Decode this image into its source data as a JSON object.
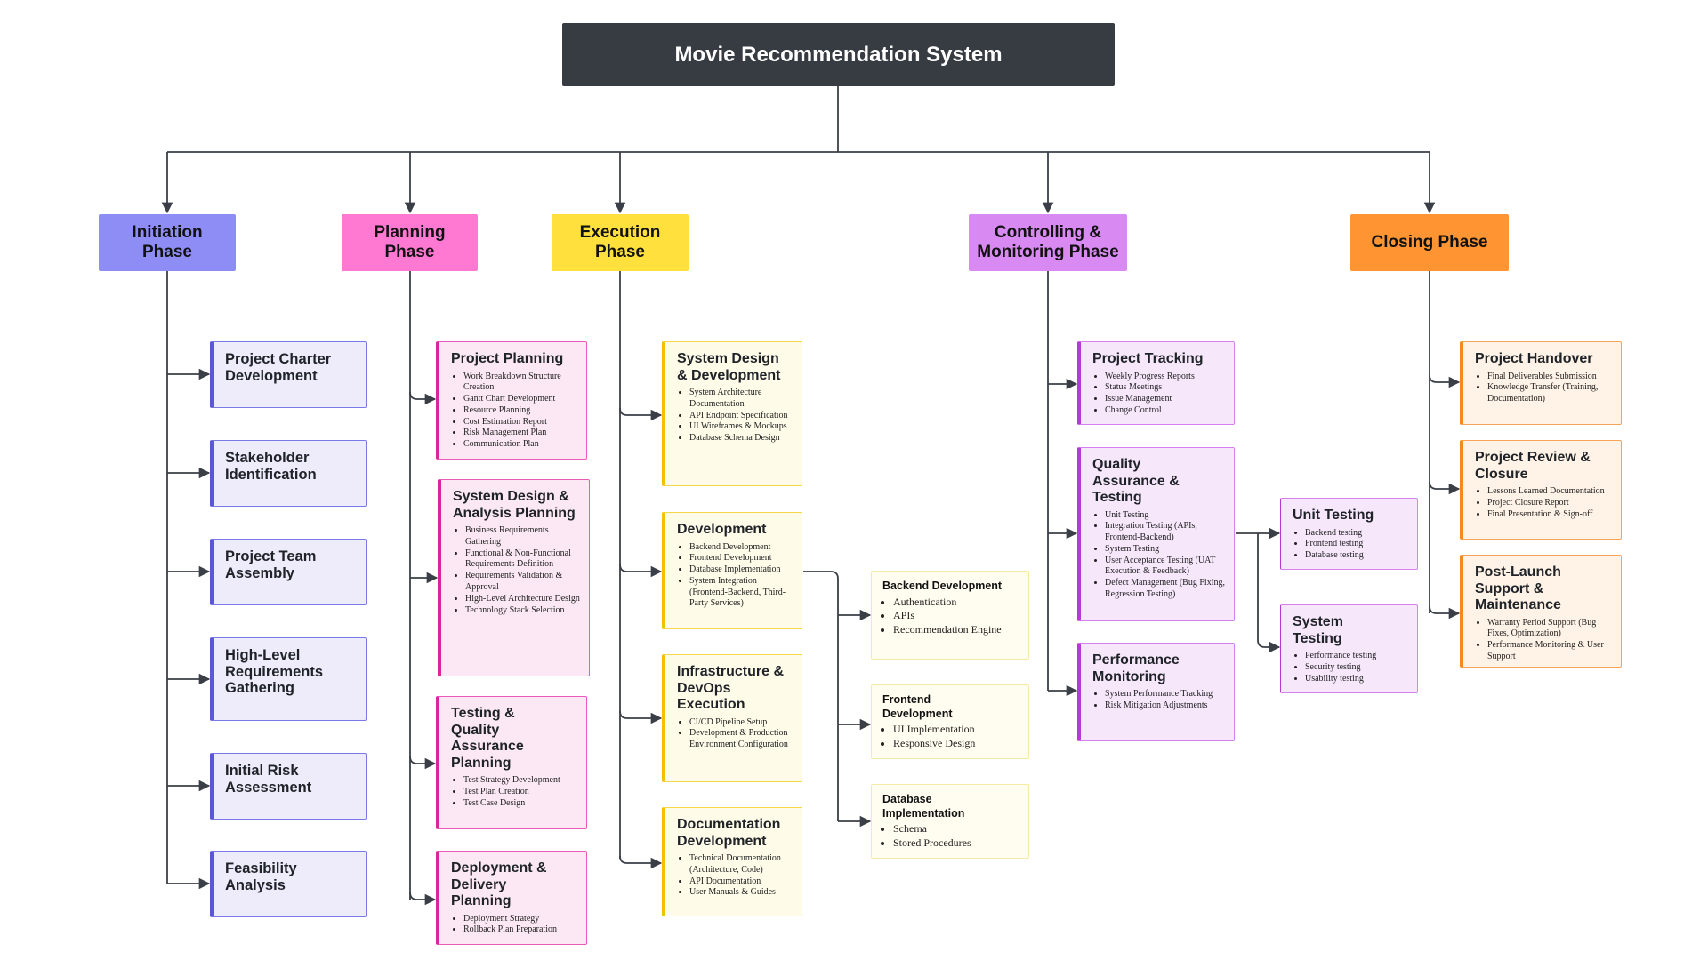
{
  "title": "Movie Recommendation System",
  "colors": {
    "root": "#373b42",
    "initiation": "#8e8df5",
    "planning": "#ff78d2",
    "execution": "#ffe03d",
    "controlling": "#d98af2",
    "closing": "#ff9432",
    "connector": "#3a3f47"
  },
  "phases": {
    "initiation": {
      "label": "Initiation Phase",
      "items": [
        {
          "title": "Project Charter Development"
        },
        {
          "title": "Stakeholder Identification"
        },
        {
          "title": "Project Team Assembly"
        },
        {
          "title": "High-Level Requirements Gathering"
        },
        {
          "title": "Initial Risk Assessment"
        },
        {
          "title": "Feasibility Analysis"
        }
      ]
    },
    "planning": {
      "label": "Planning Phase",
      "items": [
        {
          "title": "Project Planning",
          "bullets": [
            "Work Breakdown Structure Creation",
            "Gantt Chart Development",
            "Resource Planning",
            "Cost Estimation Report",
            "Risk Management Plan",
            "Communication Plan"
          ]
        },
        {
          "title": "System Design & Analysis Planning",
          "bullets": [
            "Business Requirements Gathering",
            "Functional & Non-Functional Requirements Definition",
            "Requirements Validation & Approval",
            "High-Level Architecture Design",
            "Technology Stack Selection"
          ]
        },
        {
          "title": "Testing & Quality Assurance Planning",
          "bullets": [
            "Test Strategy Development",
            "Test Plan Creation",
            "Test Case Design"
          ]
        },
        {
          "title": "Deployment & Delivery Planning",
          "bullets": [
            "Deployment Strategy",
            "Rollback Plan Preparation"
          ]
        }
      ]
    },
    "execution": {
      "label": "Execution Phase",
      "items": [
        {
          "title": "System Design & Development",
          "bullets": [
            "System Architecture Documentation",
            "API Endpoint Specification",
            "UI Wireframes & Mockups",
            "Database Schema Design"
          ]
        },
        {
          "title": "Development",
          "bullets": [
            "Backend Development",
            "Frontend Development",
            "Database Implementation",
            "System Integration (Frontend-Backend, Third-Party Services)"
          ]
        },
        {
          "title": "Infrastructure & DevOps Execution",
          "bullets": [
            "CI/CD Pipeline Setup",
            "Development & Production Environment Configuration"
          ]
        },
        {
          "title": "Documentation Development",
          "bullets": [
            "Technical Documentation (Architecture, Code)",
            "API Documentation",
            "User Manuals & Guides"
          ]
        }
      ],
      "development_subitems": [
        {
          "title": "Backend Development",
          "bullets": [
            "Authentication",
            "APIs",
            "Recommendation Engine"
          ]
        },
        {
          "title": "Frontend Development",
          "bullets": [
            "UI Implementation",
            "Responsive Design"
          ]
        },
        {
          "title": "Database Implementation",
          "bullets": [
            "Schema",
            "Stored Procedures"
          ]
        }
      ]
    },
    "controlling": {
      "label": "Controlling & Monitoring Phase",
      "items": [
        {
          "title": "Project Tracking",
          "bullets": [
            "Weekly Progress Reports",
            "Status Meetings",
            "Issue Management",
            "Change Control"
          ]
        },
        {
          "title": "Quality Assurance & Testing",
          "bullets": [
            "Unit Testing",
            "Integration Testing (APIs, Frontend-Backend)",
            "System Testing",
            "User Acceptance Testing (UAT Execution & Feedback)",
            "Defect Management (Bug Fixing, Regression Testing)"
          ]
        },
        {
          "title": "Performance Monitoring",
          "bullets": [
            "System Performance Tracking",
            "Risk Mitigation Adjustments"
          ]
        }
      ],
      "qa_subitems": [
        {
          "title": "Unit Testing",
          "bullets": [
            "Backend testing",
            "Frontend testing",
            "Database testing"
          ]
        },
        {
          "title": "System Testing",
          "bullets": [
            "Performance testing",
            "Security testing",
            "Usability testing"
          ]
        }
      ]
    },
    "closing": {
      "label": "Closing Phase",
      "items": [
        {
          "title": "Project Handover",
          "bullets": [
            "Final Deliverables Submission",
            "Knowledge Transfer (Training, Documentation)"
          ]
        },
        {
          "title": "Project Review & Closure",
          "bullets": [
            "Lessons Learned Documentation",
            "Project Closure Report",
            "Final Presentation & Sign-off"
          ]
        },
        {
          "title": "Post-Launch Support & Maintenance",
          "bullets": [
            "Warranty Period Support (Bug Fixes, Optimization)",
            "Performance Monitoring & User Support"
          ]
        }
      ]
    }
  }
}
